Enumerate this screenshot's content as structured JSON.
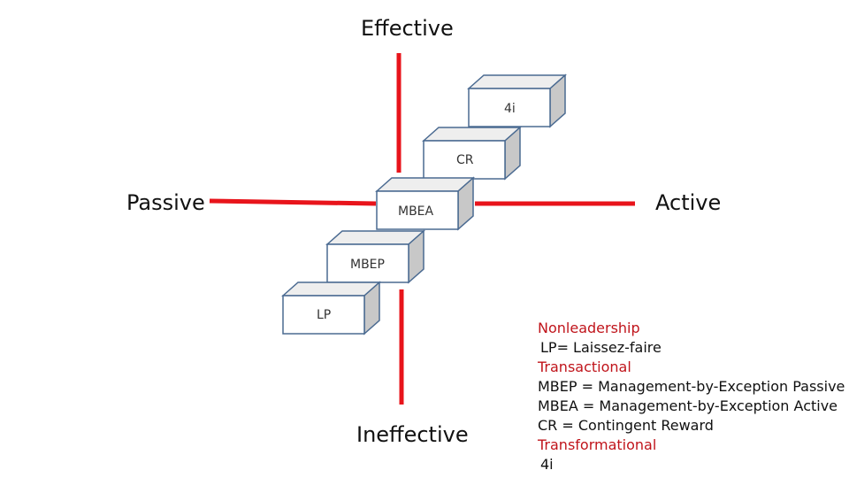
{
  "axes": {
    "top": "Effective",
    "bottom": "Ineffective",
    "left": "Passive",
    "right": "Active"
  },
  "boxes": [
    {
      "label": "4i"
    },
    {
      "label": "CR"
    },
    {
      "label": "MBEA"
    },
    {
      "label": "MBEP"
    },
    {
      "label": "LP"
    }
  ],
  "legend": {
    "nonleadership": "Nonleadership",
    "lp": "LP= Laissez-faire",
    "transactional": "Transactional",
    "mbep": "MBEP = Management-by-Exception Passive",
    "mbea": "MBEA = Management-by-Exception Active",
    "cr": "CR = Contingent Reward",
    "transformational": "Transformational",
    "fouri": "4i"
  },
  "colors": {
    "axis": "#e8141b",
    "box_front": "#ffffff",
    "box_top": "#eeeeee",
    "box_side": "#c8c8c8",
    "box_stroke": "#4a6a91",
    "category_text": "#c0141b"
  }
}
